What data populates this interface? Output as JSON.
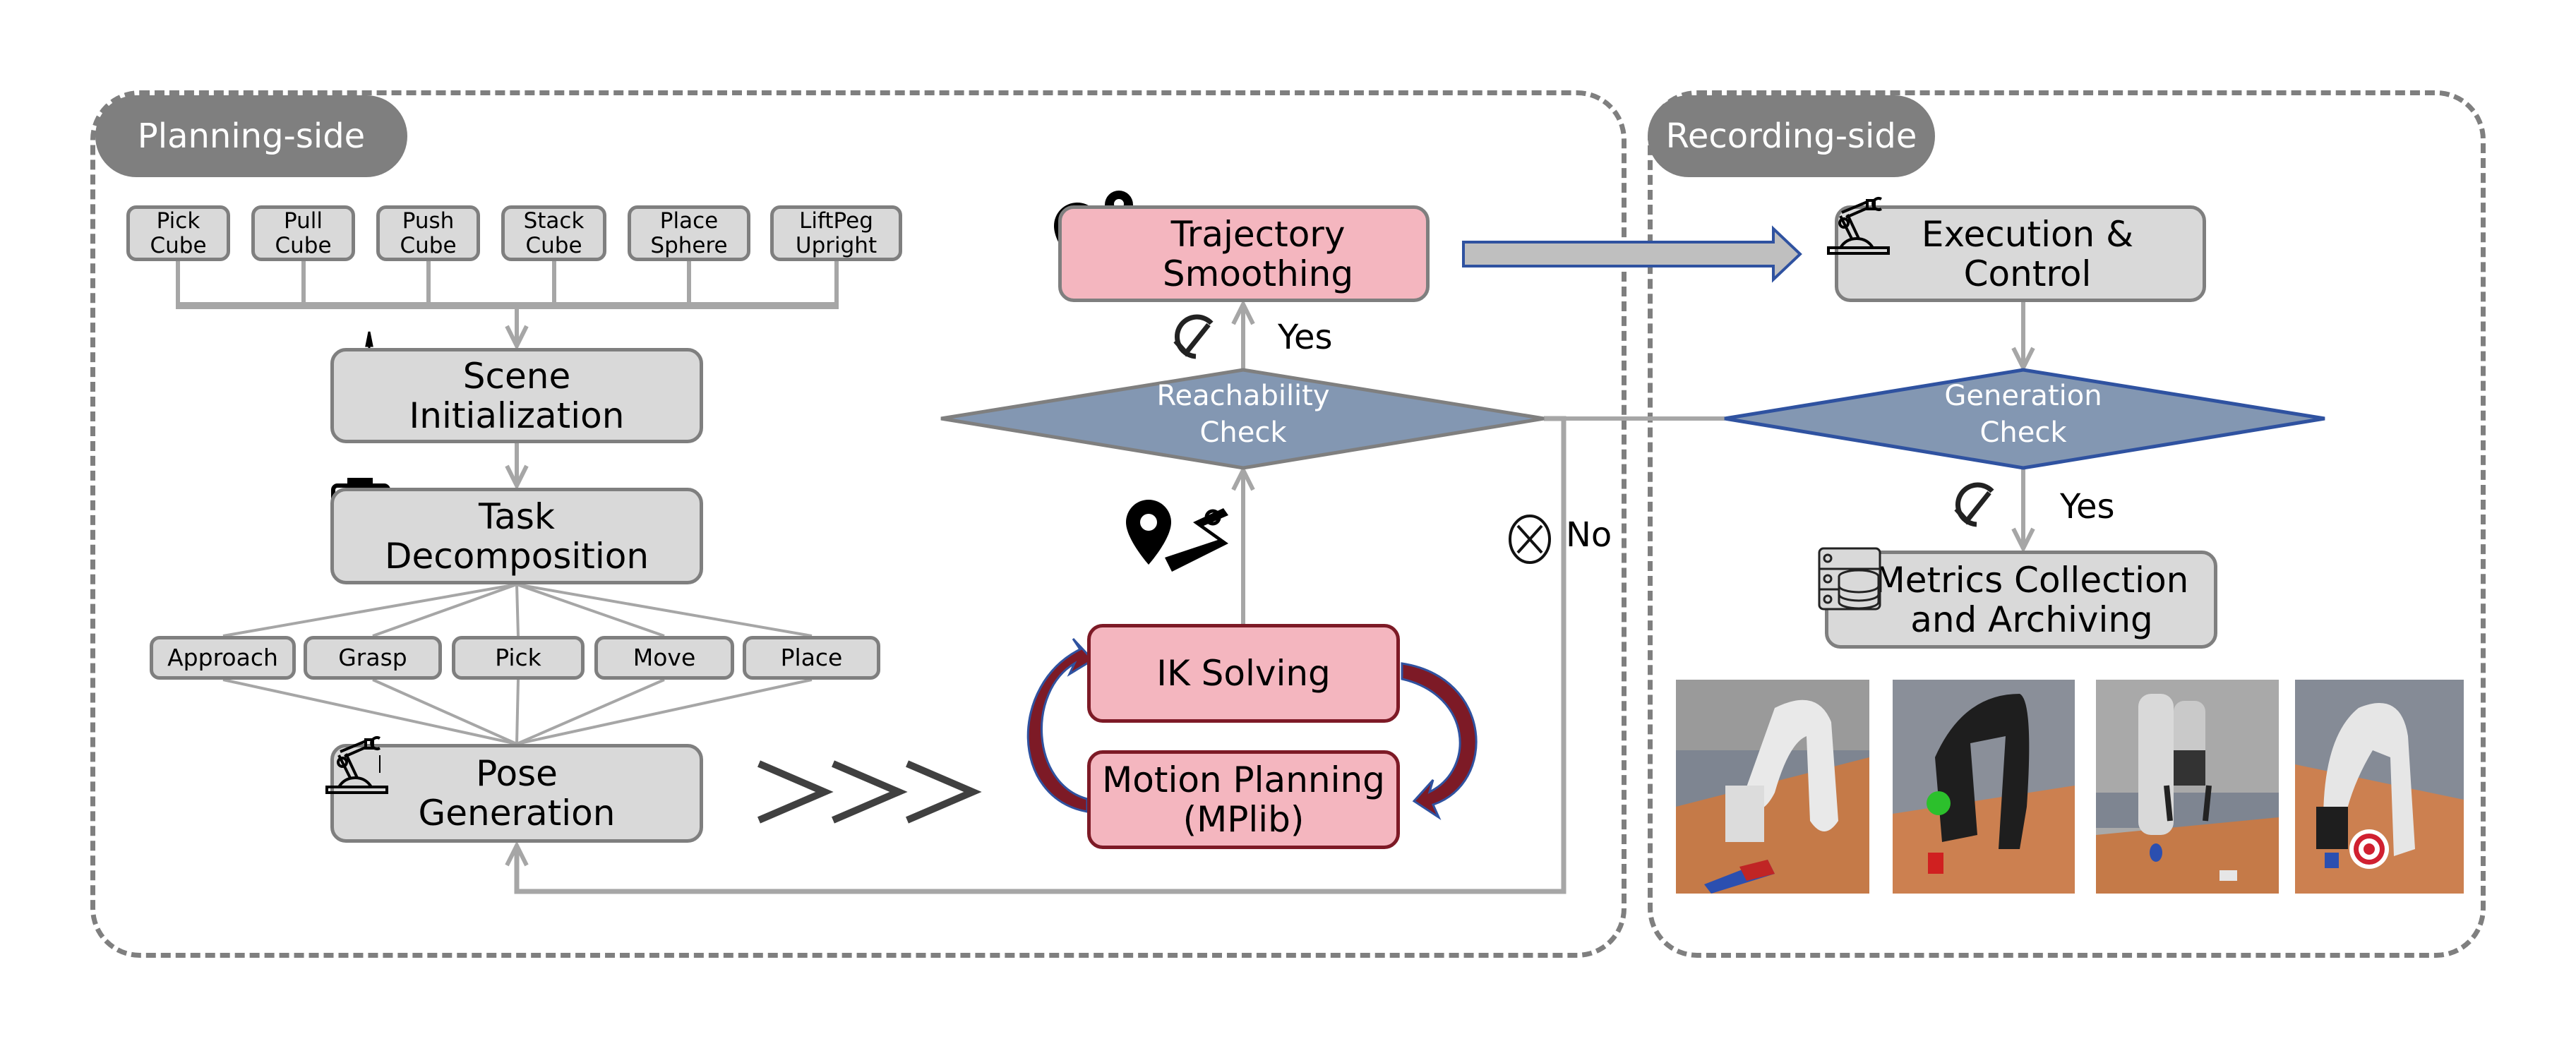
{
  "panels": {
    "planning": {
      "title": "Planning-side"
    },
    "recording": {
      "title": "Recording-side"
    }
  },
  "tasks": [
    {
      "label": "Pick\nCube"
    },
    {
      "label": "Pull\nCube"
    },
    {
      "label": "Push\nCube"
    },
    {
      "label": "Stack\nCube"
    },
    {
      "label": "Place\nSphere"
    },
    {
      "label": "LiftPeg\nUpright"
    }
  ],
  "planning_steps": {
    "scene_init": "Scene\nInitialization",
    "task_decomp": "Task\nDecomposition",
    "pose_gen": "Pose\nGeneration"
  },
  "subtasks": [
    {
      "label": "Approach"
    },
    {
      "label": "Grasp"
    },
    {
      "label": "Pick"
    },
    {
      "label": "Move"
    },
    {
      "label": "Place"
    }
  ],
  "motion": {
    "ik": "IK Solving",
    "mp": "Motion Planning\n(MPlib)",
    "reachability": "Reachability\nCheck",
    "traj": "Trajectory\nSmoothing",
    "yes": "Yes",
    "no": "No"
  },
  "recording": {
    "exec": "Execution &\nControl",
    "gen_check": "Generation\nCheck",
    "yes": "Yes",
    "metrics": "Metrics Collection\nand Archiving",
    "thumbnails": [
      {
        "name": "pull-cube-scene"
      },
      {
        "name": "place-sphere-scene"
      },
      {
        "name": "push-cube-scene"
      },
      {
        "name": "target-place-scene"
      }
    ]
  },
  "colors": {
    "panel_border": "#7f7f7f",
    "box_grey": "#d9d9d9",
    "box_pink": "#f4b6bf",
    "diamond_fill": "#8397b2",
    "diamond_border_blue": "#2f52a0",
    "loop_arrow": "#7d1a26",
    "connector": "#a6a6a6"
  }
}
